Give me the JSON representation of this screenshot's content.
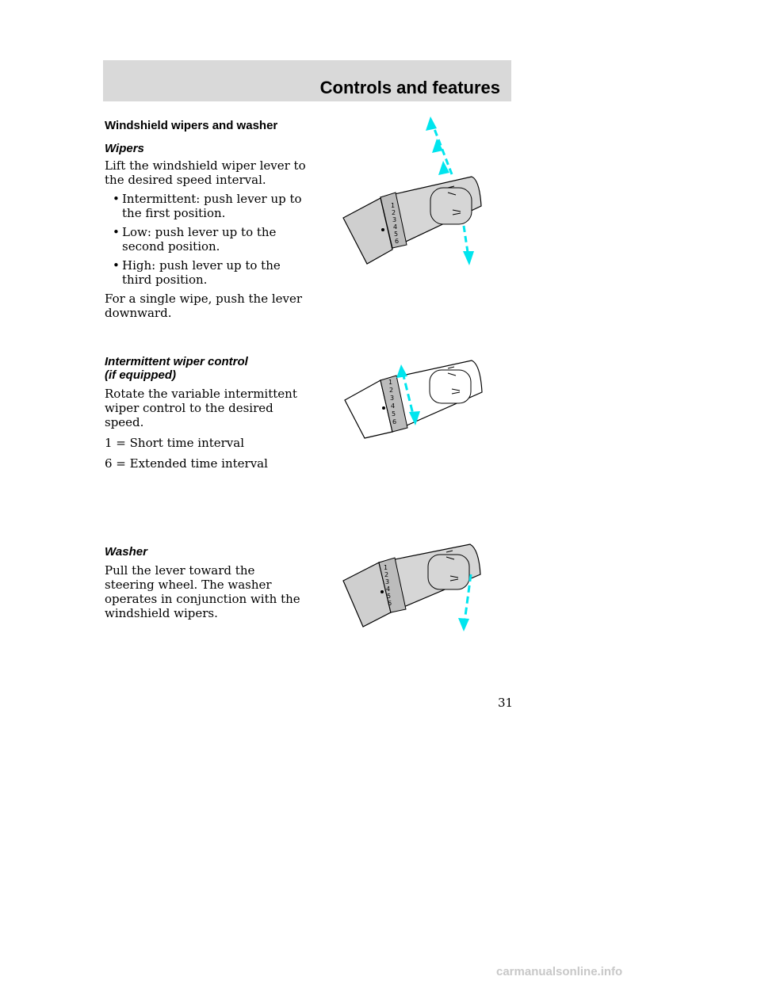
{
  "header": {
    "title": "Controls and features"
  },
  "section": {
    "title": "Windshield wipers and washer",
    "wipers": {
      "heading": "Wipers",
      "intro": "Lift the windshield wiper lever to the desired speed interval.",
      "bullets": [
        "Intermittent: push lever up to the first position.",
        "Low: push lever up to the second position.",
        "High: push lever up to the third position."
      ],
      "single_wipe": "For a single wipe, push the lever downward."
    },
    "intermittent": {
      "heading_line1": "Intermittent wiper control",
      "heading_line2": "(if equipped)",
      "intro": "Rotate the variable intermittent wiper control to the desired speed.",
      "short": "1 = Short time interval",
      "extended": "6 = Extended time interval"
    },
    "washer": {
      "heading": "Washer",
      "text": "Pull the lever toward the steering wheel. The washer operates in conjunction with the windshield wipers."
    }
  },
  "lever_dial_numbers": [
    "1",
    "2",
    "3",
    "4",
    "5",
    "6"
  ],
  "arrow_color": "#00e5ee",
  "page_number": "31",
  "watermark": "carmanualsonline.info"
}
